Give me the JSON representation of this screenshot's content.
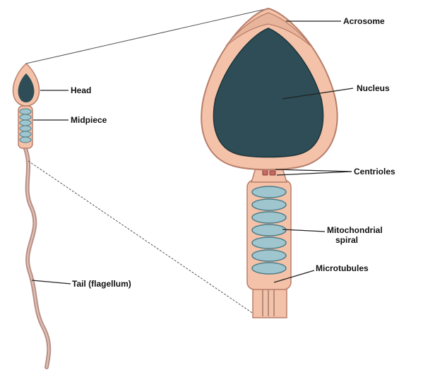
{
  "labels": {
    "acrosome": "Acrosome",
    "head": "Head",
    "nucleus": "Nucleus",
    "midpiece": "Midpiece",
    "centrioles": "Centrioles",
    "mito_line1": "Mitochondrial",
    "mito_line2": "spiral",
    "microtubules": "Microtubules",
    "tail": "Tail (flagellum)"
  },
  "colors": {
    "membrane": "#f4c2a8",
    "outline": "#b87e6a",
    "nucleus": "#2e4d57",
    "mitochondria": "#9fc6cf",
    "tail": "#b98f86"
  }
}
